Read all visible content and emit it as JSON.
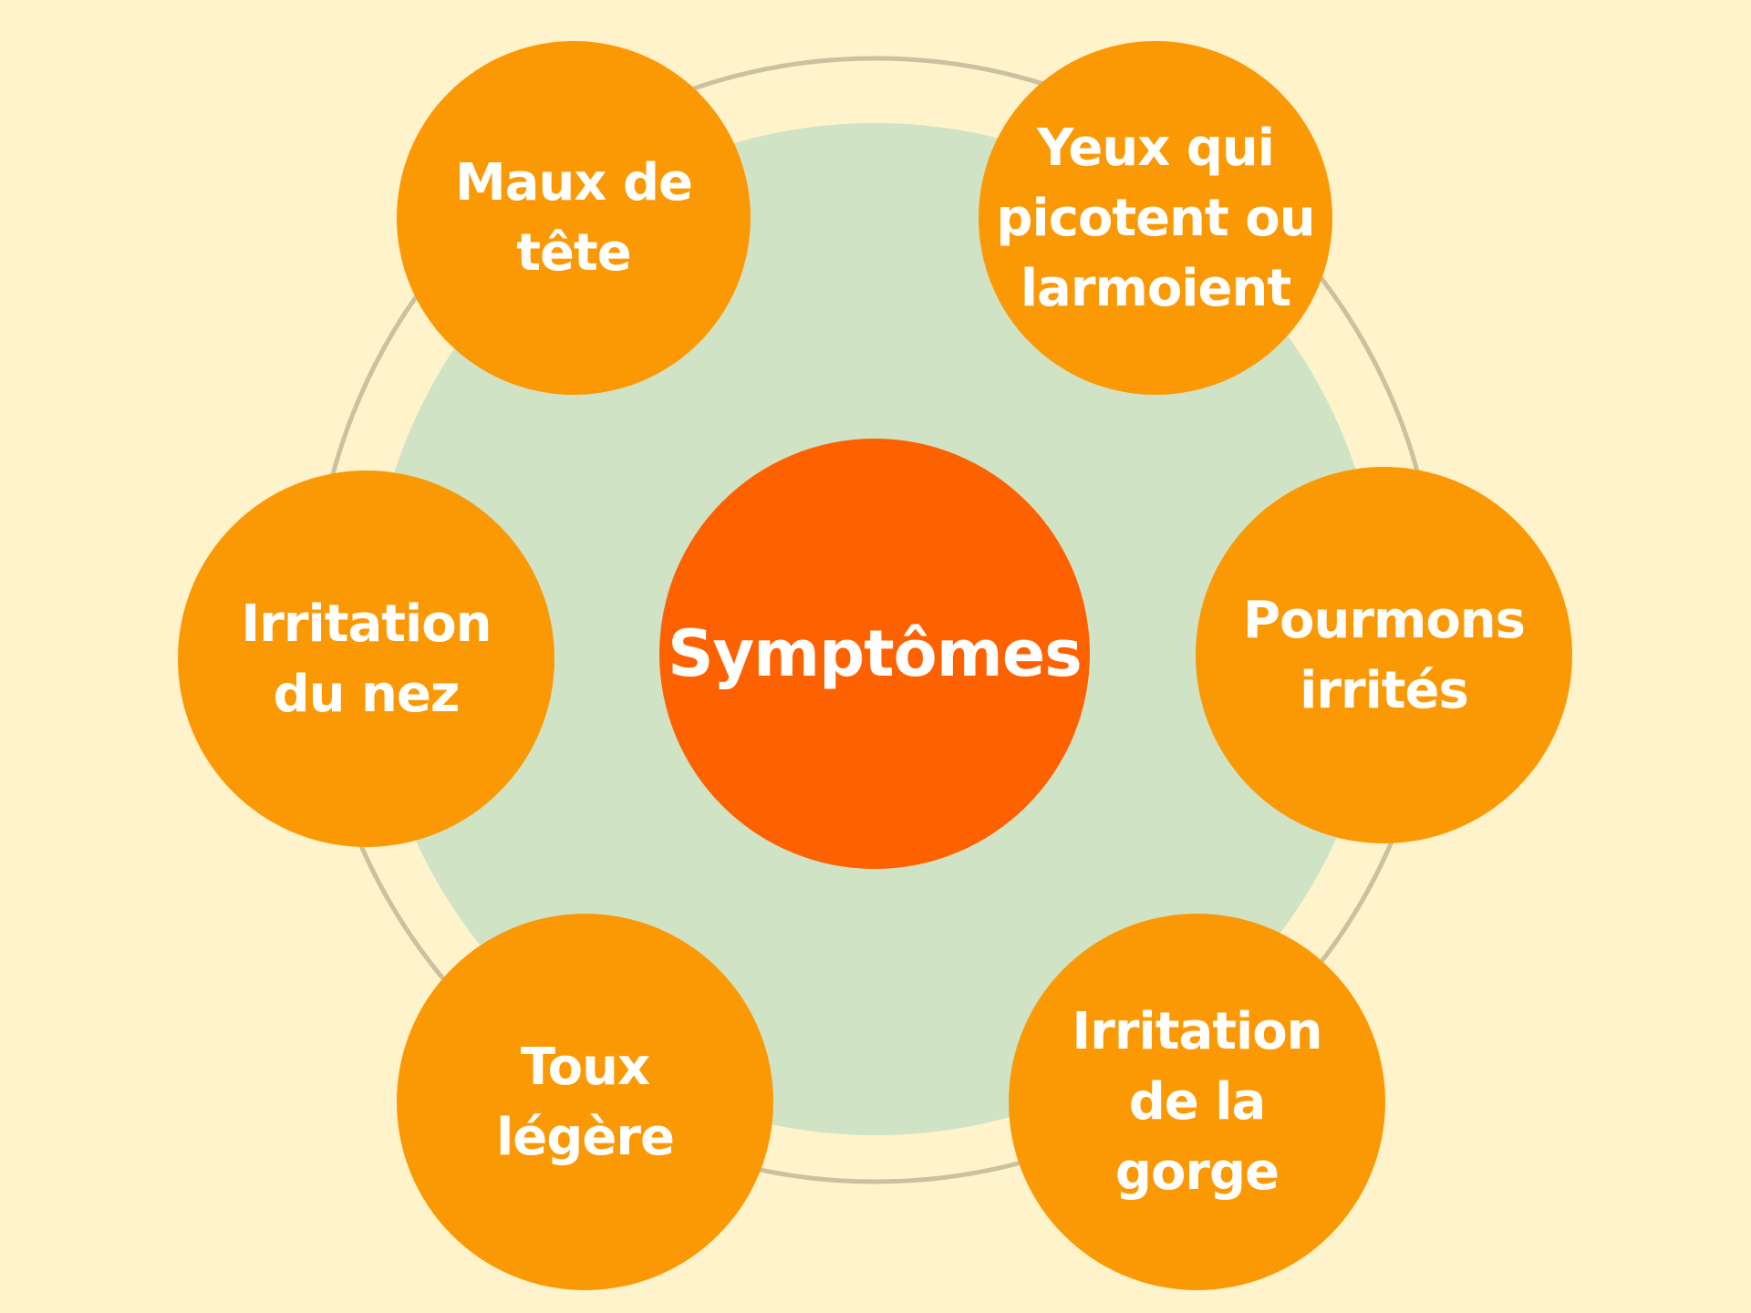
{
  "colors": {
    "background": "#FFF3CC",
    "inner_disc": "#D0E3C4",
    "ring": "#CBC19F",
    "satellite": "#FB9905",
    "center": "#FE6200",
    "text": "#FFFFFF"
  },
  "diagram": {
    "center_label": "Symptômes",
    "nodes": [
      {
        "label": "Maux de\ntête"
      },
      {
        "label": "Yeux qui\npicotent ou\nlarmoient"
      },
      {
        "label": "Pourmons\nirrités"
      },
      {
        "label": "Irritation\nde la\ngorge"
      },
      {
        "label": "Toux\nlégère"
      },
      {
        "label": "Irritation\ndu nez"
      }
    ]
  }
}
